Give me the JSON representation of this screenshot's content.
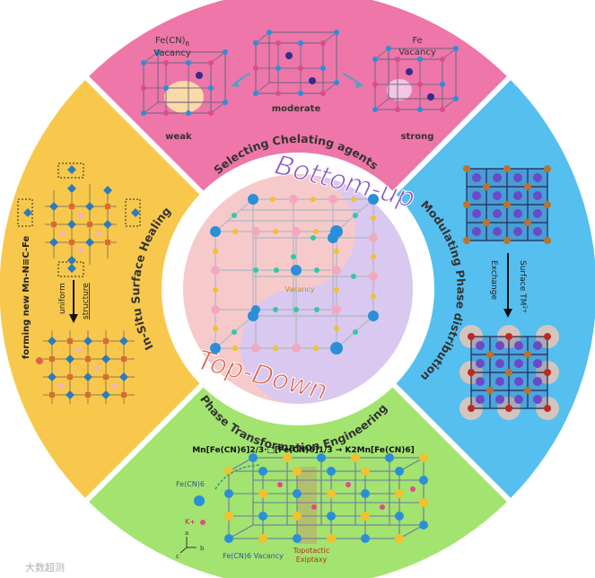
{
  "center": {
    "top_script": "Bottom-up",
    "bottom_script": "Top-Down",
    "vacancy": "Vacancy"
  },
  "ring": {
    "top": "Selecting Chelating agents",
    "right": "Modulating Phase distribution",
    "bottom": "Phase Transformation Engineering",
    "left": "In-Situ Surface Healing"
  },
  "top_panel": {
    "left_label_1": "Fe(CN)",
    "left_label_sub": "6",
    "left_label_2": "Vacancy",
    "right_label_1": "Fe",
    "right_label_2": "Vacancy",
    "weak": "weak",
    "moderate": "moderate",
    "strong": "strong"
  },
  "right_panel": {
    "arrow_label_1": "Surface TM",
    "arrow_label_sup": "2+",
    "arrow_label_2": "Exchange"
  },
  "left_panel": {
    "vertical_text": "forming new Mn-N≡C-Fe",
    "arrow_label_1": "uniform",
    "arrow_label_2": "structure"
  },
  "bottom_panel": {
    "equation": "Mn[Fe(CN)6]2/3·□[Fe(CN)6]1/3 → K2Mn[Fe(CN)6]",
    "fecn_label": "Fe(CN)6",
    "k_label": "K+",
    "vacancy_label": "Fe(CN)6 Vacancy",
    "topotactic_1": "Topotactic",
    "topotactic_2": "Exiptaxy",
    "axis_a": "a",
    "axis_b": "b",
    "axis_c": "c"
  },
  "watermark": "大数超测",
  "colors": {
    "top_quadrant": "#ee76a8",
    "right_quadrant": "#55bff0",
    "bottom_quadrant": "#a3e36f",
    "left_quadrant": "#f7c84c",
    "ring_text": "#333333",
    "script_purple": "#8a55c8",
    "script_red": "#e0614e",
    "yin_pink": "#f6caca",
    "yang_lilac": "#d9c8ef"
  }
}
